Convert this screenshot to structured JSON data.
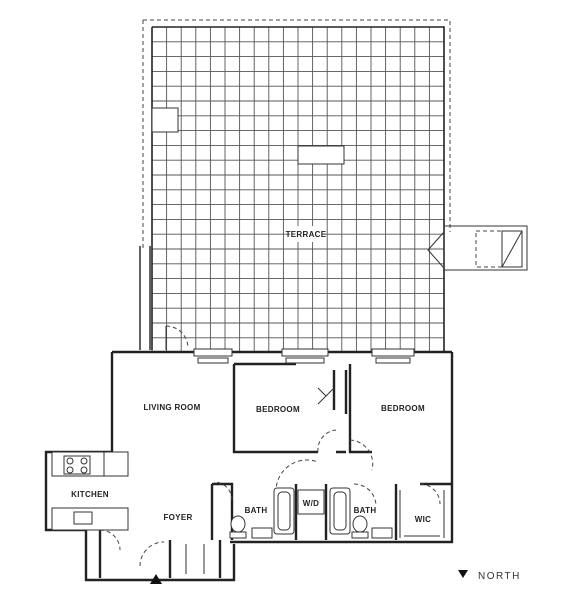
{
  "rooms": {
    "terrace": "TERRACE",
    "living_room": "LIVING ROOM",
    "bedroom_1": "BEDROOM",
    "bedroom_2": "BEDROOM",
    "kitchen": "KITCHEN",
    "foyer": "FOYER",
    "bath_1": "BATH",
    "bath_2": "BATH",
    "washer_dryer": "W/D",
    "walk_in_closet": "WIC"
  },
  "compass": {
    "label": "NORTH",
    "icon": "triangle-down-icon"
  },
  "entry": {
    "icon": "entry-triangle-icon"
  }
}
